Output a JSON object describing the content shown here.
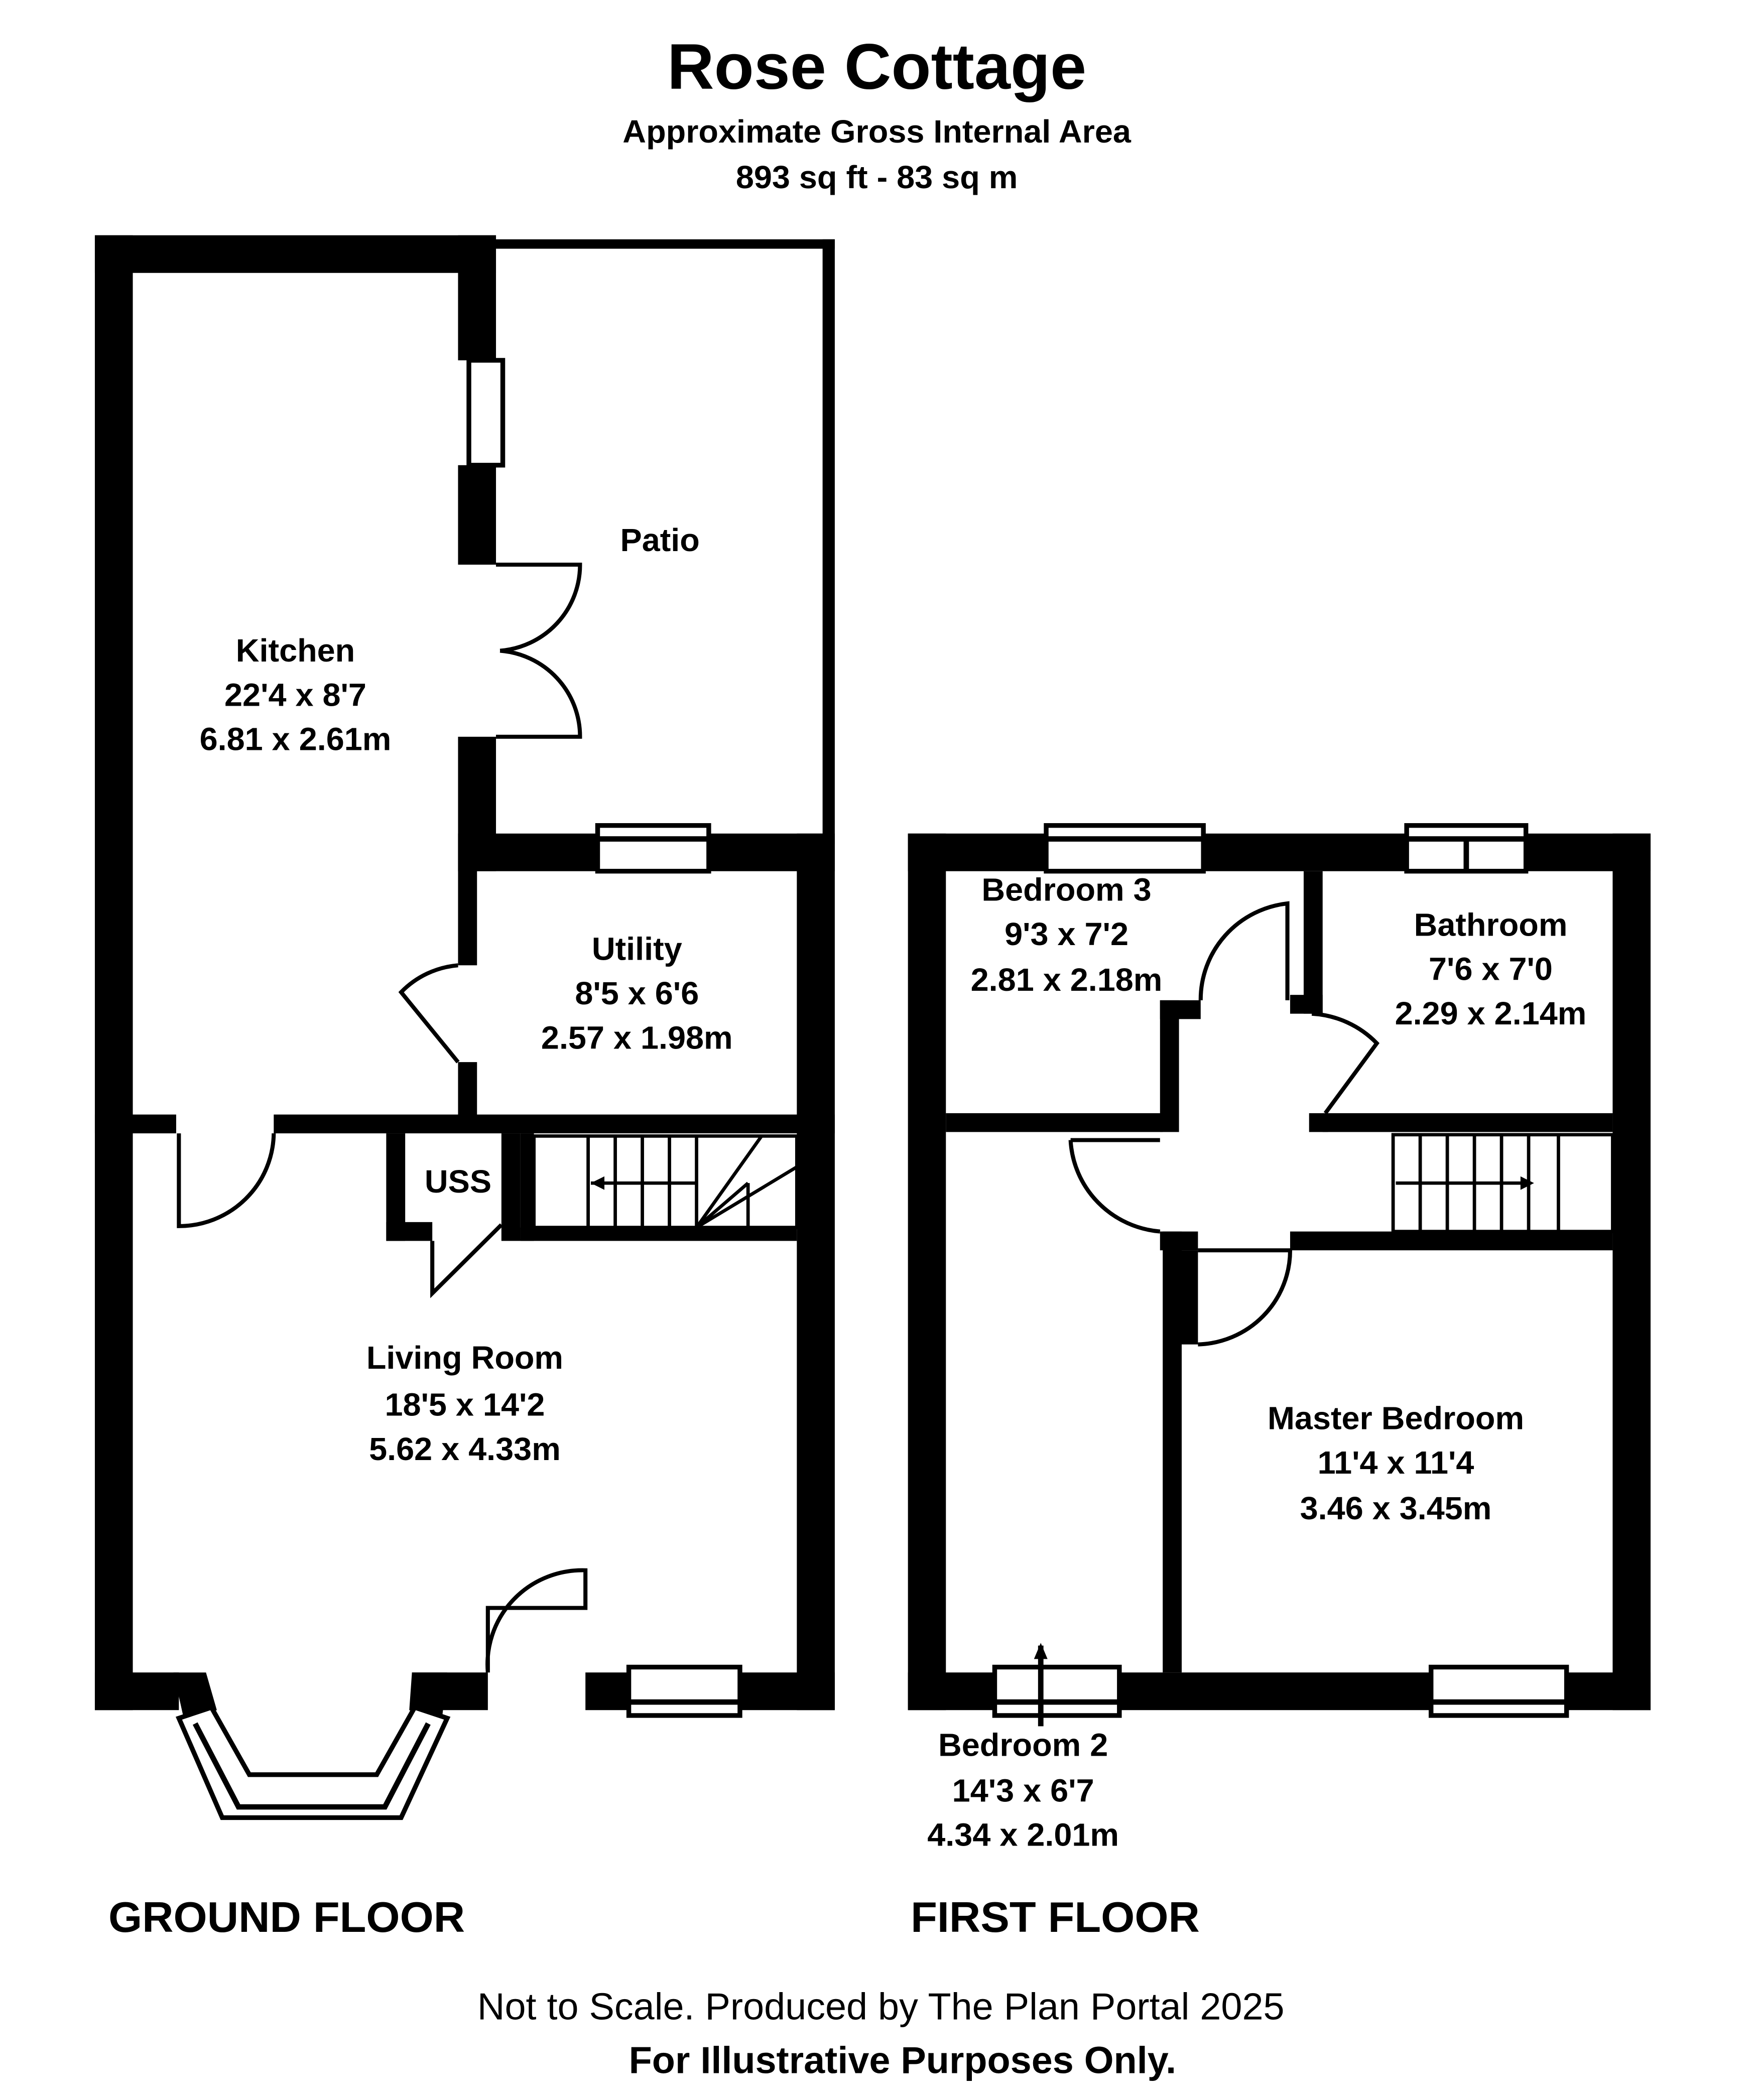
{
  "header": {
    "title": "Rose Cottage",
    "subtitle": "Approximate Gross Internal Area",
    "area": "893 sq ft - 83 sq m"
  },
  "floors": {
    "ground": {
      "label": "GROUND FLOOR",
      "rooms": {
        "patio": {
          "name": "Patio"
        },
        "kitchen": {
          "name": "Kitchen",
          "imperial": "22'4 x 8'7",
          "metric": "6.81 x 2.61m"
        },
        "utility": {
          "name": "Utility",
          "imperial": "8'5 x 6'6",
          "metric": "2.57 x 1.98m"
        },
        "uss": {
          "name": "USS"
        },
        "living": {
          "name": "Living Room",
          "imperial": "18'5 x 14'2",
          "metric": "5.62 x 4.33m"
        }
      }
    },
    "first": {
      "label": "FIRST FLOOR",
      "rooms": {
        "bedroom3": {
          "name": "Bedroom 3",
          "imperial": "9'3 x 7'2",
          "metric": "2.81 x 2.18m"
        },
        "bathroom": {
          "name": "Bathroom",
          "imperial": "7'6 x 7'0",
          "metric": "2.29 x 2.14m"
        },
        "master": {
          "name": "Master Bedroom",
          "imperial": "11'4 x 11'4",
          "metric": "3.46 x 3.45m"
        },
        "bedroom2": {
          "name": "Bedroom 2",
          "imperial": "14'3 x 6'7",
          "metric": "4.34 x 2.01m"
        }
      }
    }
  },
  "footer": {
    "disclaimer": "Not to Scale. Produced by The Plan Portal 2025",
    "purpose": "For Illustrative Purposes Only."
  },
  "colors": {
    "wall": "#000000",
    "background": "#ffffff"
  }
}
